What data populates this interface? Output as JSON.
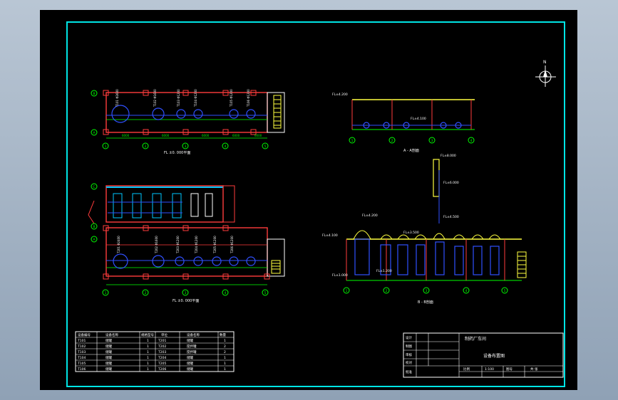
{
  "drawing": {
    "top_plan": {
      "title": "FL ±0. 000平面",
      "axis_letters": [
        "B",
        "A"
      ],
      "axis_numbers": [
        "1",
        "2",
        "3",
        "4",
        "5"
      ],
      "dims": [
        "6000",
        "6000",
        "6000",
        "6000",
        "6000"
      ]
    },
    "section_top": {
      "title": "A - A剖面",
      "level_left": "FL±4.200",
      "level_mid": "FL±4.100",
      "axis_numbers": [
        "1",
        "2",
        "3",
        "4",
        "5"
      ]
    },
    "mid_plan": {
      "title": "FL ±0. 000平面",
      "axis_letters": [
        "C",
        "B",
        "A"
      ],
      "axis_numbers": [
        "1",
        "2",
        "3",
        "4",
        "5"
      ]
    },
    "section_bottom": {
      "title": "B - B剖面",
      "levels": [
        "FL±8.000",
        "FL±6.000",
        "FL±4.500",
        "FL±4.200",
        "FL±4.100",
        "FL±3.500",
        "FL±1.000",
        "FL±1.200"
      ],
      "axis_numbers": [
        "1",
        "2",
        "3",
        "4",
        "5"
      ]
    },
    "parts_table": {
      "headers": [
        "设备编号",
        "设备名称",
        "规格型号",
        "单位",
        "设备名称",
        "数量"
      ],
      "rows": [
        [
          "T101",
          "储罐",
          "1",
          "T201",
          "储罐",
          "1"
        ],
        [
          "T102",
          "储罐",
          "1",
          "T202",
          "搅拌罐",
          "2"
        ],
        [
          "T103",
          "储罐",
          "1",
          "T203",
          "搅拌罐",
          "2"
        ],
        [
          "T104",
          "储罐",
          "1",
          "T204",
          "储罐",
          "1"
        ],
        [
          "T105",
          "储罐",
          "1",
          "T205",
          "储罐",
          "1"
        ],
        [
          "T106",
          "储罐",
          "1",
          "T206",
          "储罐",
          "1"
        ]
      ]
    },
    "title_block": {
      "rows": [
        [
          "设计",
          "",
          "制药厂车间"
        ],
        [
          "制图",
          "",
          ""
        ],
        [
          "审核",
          "",
          "设备布置图"
        ],
        [
          "校对",
          "",
          ""
        ],
        [
          "批准",
          "",
          ""
        ]
      ],
      "footer": [
        "比例",
        "1:100",
        "图号",
        "共 张"
      ]
    }
  },
  "colors": {
    "frame": "#00e5e5",
    "wall": "#ff3c3c",
    "tank": "#3050ff",
    "stair": "#ffff40",
    "annotation": "#ffffff",
    "dim": "#00ff00",
    "light_blue": "#00c8ff"
  }
}
